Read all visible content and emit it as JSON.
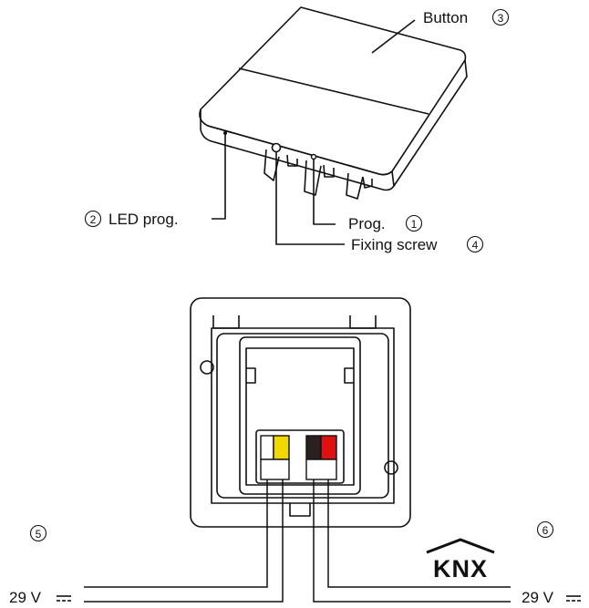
{
  "labels": {
    "button": "Button",
    "button_num": "3",
    "led_num": "2",
    "led": "LED prog.",
    "prog": "Prog.",
    "prog_num": "1",
    "fixing": "Fixing screw",
    "fixing_num": "4",
    "left_num": "5",
    "right_num": "6",
    "volt_left": "29 V",
    "volt_right": "29 V",
    "logo": "KNX"
  },
  "colors": {
    "line": "#111111",
    "white_terminal": "#ffffff",
    "yellow_terminal": "#f2d800",
    "black_terminal": "#2a2020",
    "red_terminal": "#e01010"
  }
}
